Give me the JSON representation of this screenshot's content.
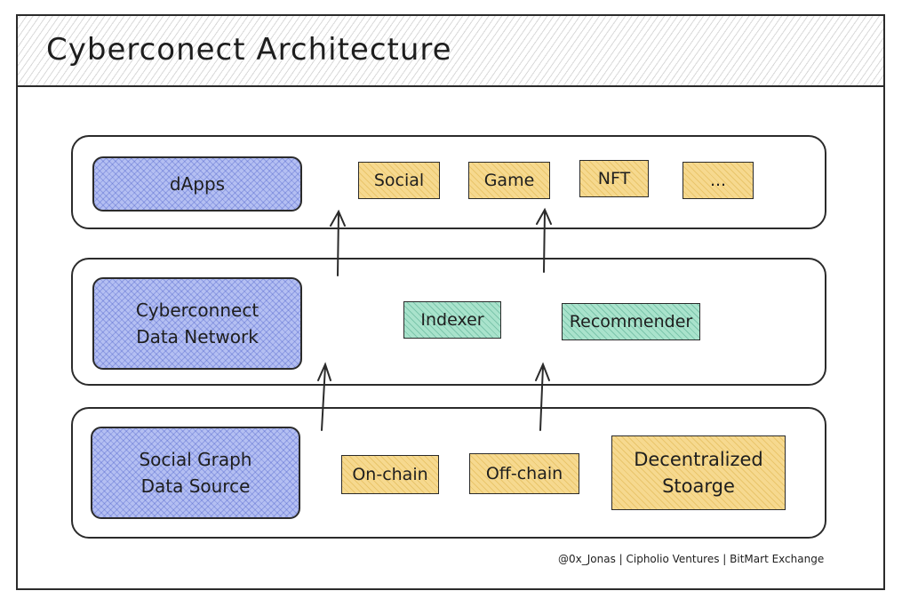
{
  "title": "Cyberconect Architecture",
  "layers": {
    "top": {
      "label": "dApps",
      "items": [
        "Social",
        "Game",
        "NFT",
        "..."
      ]
    },
    "middle": {
      "label": "Cyberconnect\nData Network",
      "items": [
        "Indexer",
        "Recommender"
      ]
    },
    "bottom": {
      "label": "Social Graph\nData Source",
      "items": [
        "On-chain",
        "Off-chain",
        "Decentralized\nStoarge"
      ]
    }
  },
  "credit": "@0x_Jonas | Cipholio Ventures | BitMart Exchange",
  "colors": {
    "blue": "#b4bff2",
    "yellow": "#f6d98f",
    "green": "#a9e3cc",
    "stroke": "#2b2b2b"
  }
}
